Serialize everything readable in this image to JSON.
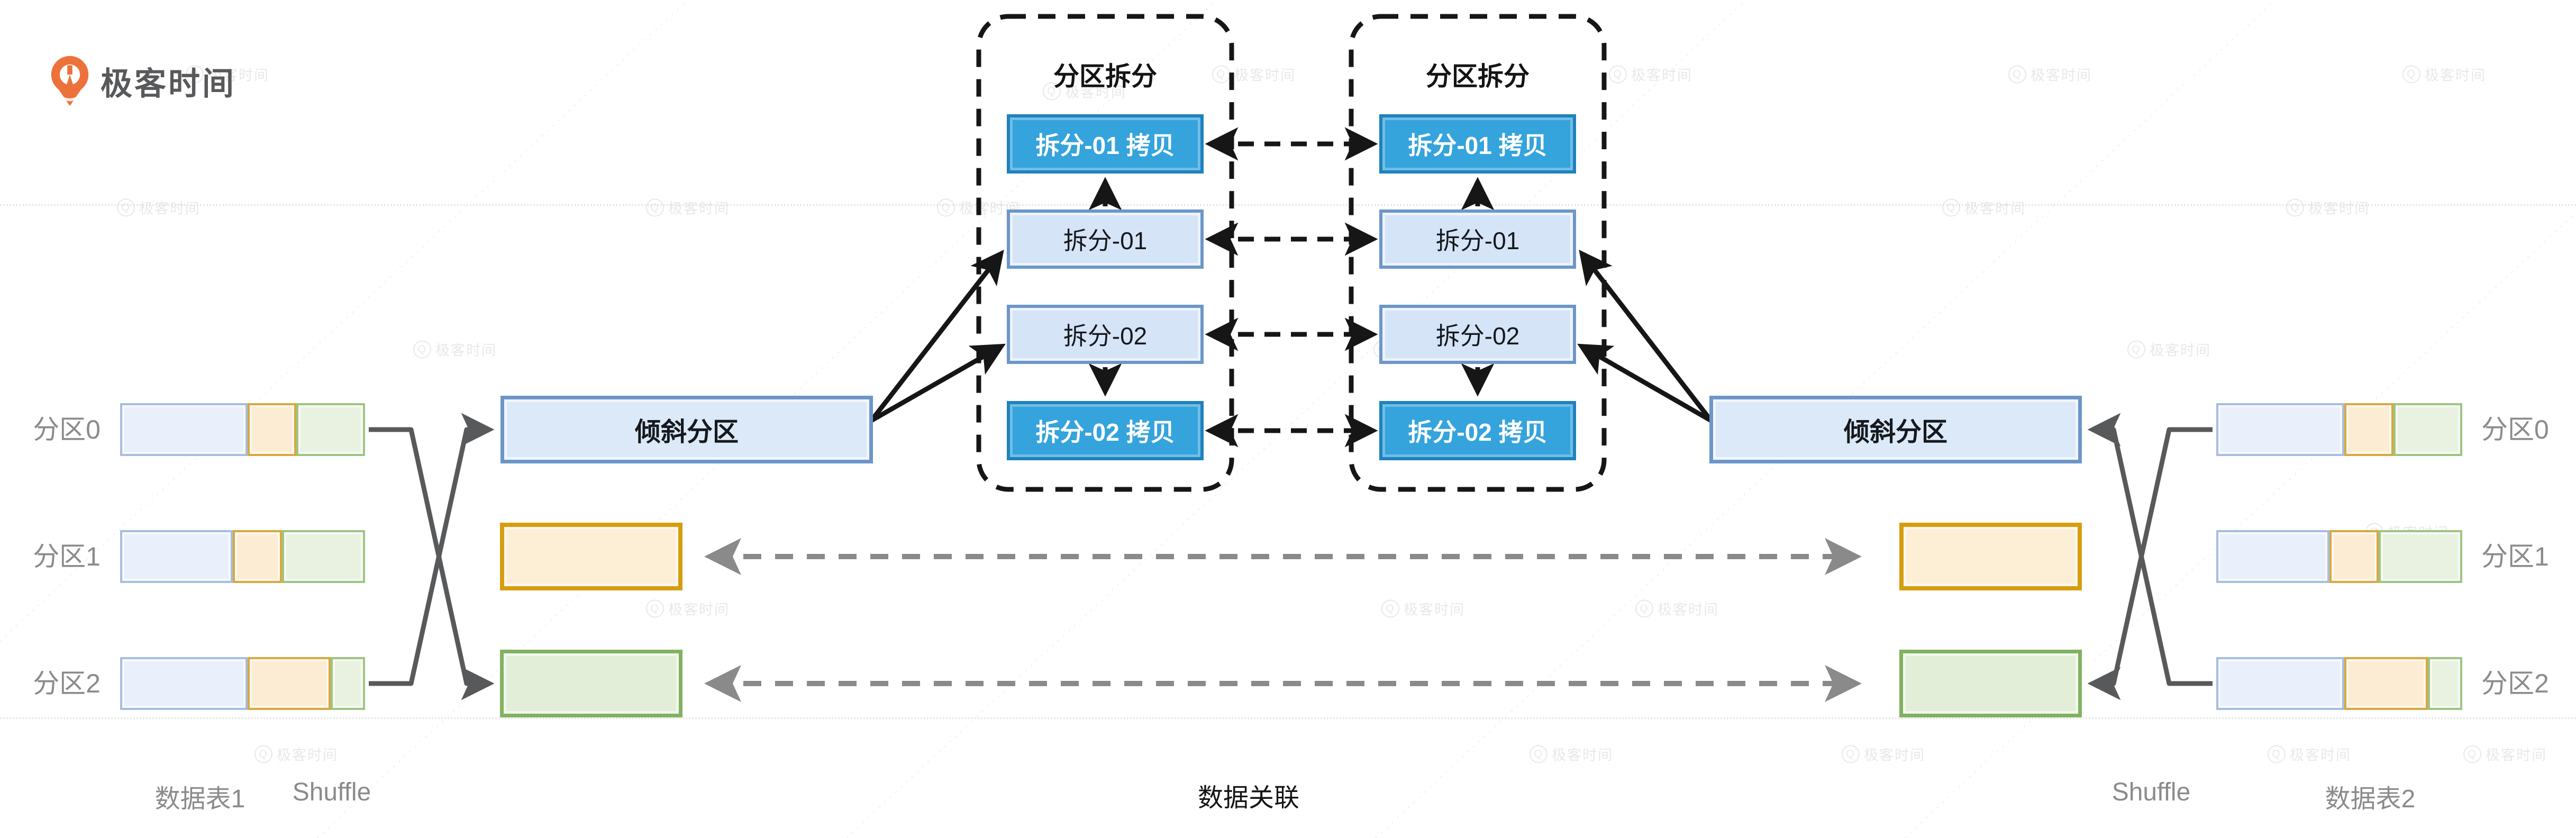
{
  "brand": {
    "logo_text": "极客时间"
  },
  "watermark": {
    "q": "Q",
    "text": "极客时间"
  },
  "diagram": {
    "left_table": {
      "name": "数据表1",
      "shuffle": "Shuffle",
      "partitions": [
        {
          "label": "分区0",
          "segments": [
            52,
            20,
            28
          ]
        },
        {
          "label": "分区1",
          "segments": [
            46,
            20,
            34
          ]
        },
        {
          "label": "分区2",
          "segments": [
            52,
            34,
            14
          ]
        }
      ]
    },
    "right_table": {
      "name": "数据表2",
      "shuffle": "Shuffle",
      "partitions": [
        {
          "label": "分区0",
          "segments": [
            52,
            20,
            28
          ]
        },
        {
          "label": "分区1",
          "segments": [
            46,
            20,
            34
          ]
        },
        {
          "label": "分区2",
          "segments": [
            52,
            34,
            14
          ]
        }
      ]
    },
    "left_skew": "倾斜分区",
    "right_skew": "倾斜分区",
    "left_group": {
      "title": "分区拆分",
      "boxes": [
        "拆分-01 拷贝",
        "拆分-01",
        "拆分-02",
        "拆分-02 拷贝"
      ]
    },
    "right_group": {
      "title": "分区拆分",
      "boxes": [
        "拆分-01 拷贝",
        "拆分-01",
        "拆分-02",
        "拆分-02 拷贝"
      ]
    },
    "join_label": "数据关联"
  },
  "colors": {
    "copy_fill": "#35a3dc",
    "copy_border": "#1e82bd",
    "light_fill": "#d5e4f6",
    "light_border": "#6d96c8",
    "skew_fill": "#dce9f8",
    "skew_border": "#6d96c8",
    "orange_fill": "#fdeed6",
    "orange_border": "#d59e0f",
    "green_fill": "#e2eed8",
    "green_border": "#82b261",
    "bar_blue": "#e9f0fb",
    "bar_blue_border": "#a7bedf",
    "bar_orange": "#fcecd4",
    "bar_orange_border": "#d9a93e",
    "bar_green": "#e9f1e1",
    "bar_green_border": "#9dc583",
    "label_gray": "#8b8b8b",
    "line_gray": "#58595b",
    "dash_gray": "#8a8a8a",
    "black": "#161616",
    "logo_orange": "#ed713b"
  }
}
